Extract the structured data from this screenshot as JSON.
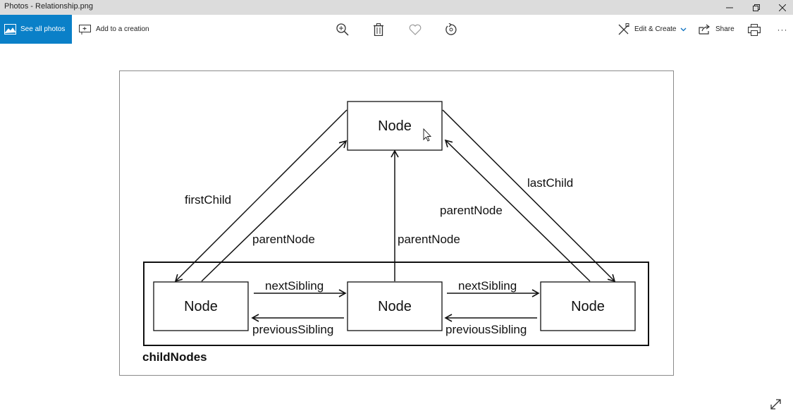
{
  "window": {
    "title": "Photos - Relationship.png"
  },
  "toolbar": {
    "see_all_label": "See all photos",
    "add_creation_label": "Add to a creation",
    "edit_create_label": "Edit & Create",
    "share_label": "Share",
    "more_label": "···"
  },
  "diagram": {
    "top_node": "Node",
    "child_node_1": "Node",
    "child_node_2": "Node",
    "child_node_3": "Node",
    "label_firstChild": "firstChild",
    "label_lastChild": "lastChild",
    "label_parentNode_left": "parentNode",
    "label_parentNode_middle": "parentNode",
    "label_parentNode_right": "parentNode",
    "label_nextSibling_1": "nextSibling",
    "label_nextSibling_2": "nextSibling",
    "label_previousSibling_1": "previousSibling",
    "label_previousSibling_2": "previousSibling",
    "container_label": "childNodes"
  },
  "colors": {
    "accent": "#0a80c8",
    "titlebar": "#dcdcdc",
    "edit_chevron": "#0a70c0"
  }
}
